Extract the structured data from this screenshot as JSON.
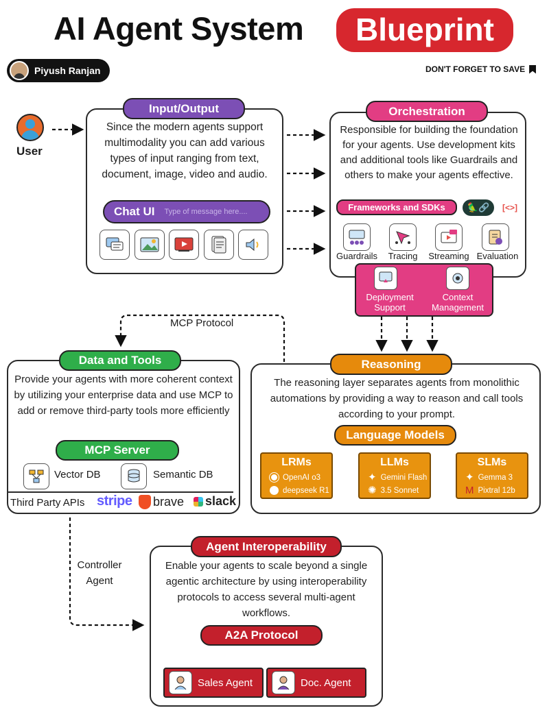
{
  "header": {
    "title": "AI Agent System",
    "highlight": "Blueprint",
    "author": "Piyush Ranjan",
    "save": "DON'T FORGET TO SAVE"
  },
  "user": {
    "label": "User"
  },
  "input_output": {
    "title": "Input/Output",
    "description": "Since the modern agents support multimodality you can add various types of input ranging from text, document, image, video and audio.",
    "chat_ui": "Chat UI",
    "chat_placeholder": "Type of message here....",
    "icons": [
      "chat-icon",
      "image-icon",
      "video-icon",
      "document-icon",
      "audio-icon"
    ]
  },
  "orchestration": {
    "title": "Orchestration",
    "description": "Responsible for building the foundation for your agents. Use development kits and additional tools like Guardrails and others to make your agents effective.",
    "frameworks": "Frameworks and SDKs",
    "tools": [
      "Guardrails",
      "Tracing",
      "Streaming",
      "Evaluation"
    ],
    "deployment": "Deployment Support",
    "context": "Context Management"
  },
  "mcp_protocol": "MCP Protocol",
  "data_tools": {
    "title": "Data and Tools",
    "description": "Provide your agents with more coherent context by utilizing your enterprise data and use MCP to add or remove third-party tools more efficiently",
    "mcp_server": "MCP Server",
    "vector_db": "Vector DB",
    "semantic_db": "Semantic DB",
    "third_party": "Third Party APIs",
    "apis": [
      "stripe",
      "brave",
      "slack"
    ]
  },
  "reasoning": {
    "title": "Reasoning",
    "description": "The reasoning layer separates agents from monolithic automations by providing a way to reason and call tools according to your prompt.",
    "language_models": "Language Models",
    "groups": [
      {
        "name": "LRMs",
        "models": [
          "OpenAI o3",
          "deepseek R1"
        ]
      },
      {
        "name": "LLMs",
        "models": [
          "Gemini Flash",
          "3.5 Sonnet"
        ]
      },
      {
        "name": "SLMs",
        "models": [
          "Gemma 3",
          "Pixtral 12b"
        ]
      }
    ]
  },
  "controller": "Controller Agent",
  "interop": {
    "title": "Agent Interoperability",
    "description": "Enable your agents to scale beyond a single agentic architecture by using interoperability protocols to access several multi-agent workflows.",
    "a2a": "A2A Protocol",
    "agents": [
      "Sales Agent",
      "Doc. Agent"
    ]
  },
  "colors": {
    "purple": "#7c4fb5",
    "pink": "#e23d83",
    "green": "#2fae4a",
    "orange": "#e68a0c",
    "red": "#c3202c",
    "highlight": "#d7272e"
  }
}
